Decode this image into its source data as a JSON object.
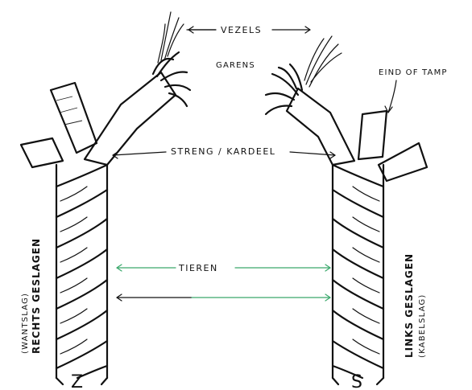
{
  "labels": {
    "vezels": "VEZELS",
    "garens": "GARENS",
    "eind_of_tamp": "EIND OF TAMP",
    "streng_kardeel": "STRENG / KARDEEL",
    "tieren": "TIEREN",
    "left_side_main": "RECHTS GESLAGEN",
    "left_side_sub": "(WANTSLAG)",
    "right_side_main": "LINKS GESLAGEN",
    "right_side_sub": "(KABELSLAG)",
    "left_letter": "Z",
    "right_letter": "S"
  },
  "colors": {
    "ink": "#111111",
    "tieren_arrow": "#3aa86b",
    "background": "#ffffff"
  }
}
